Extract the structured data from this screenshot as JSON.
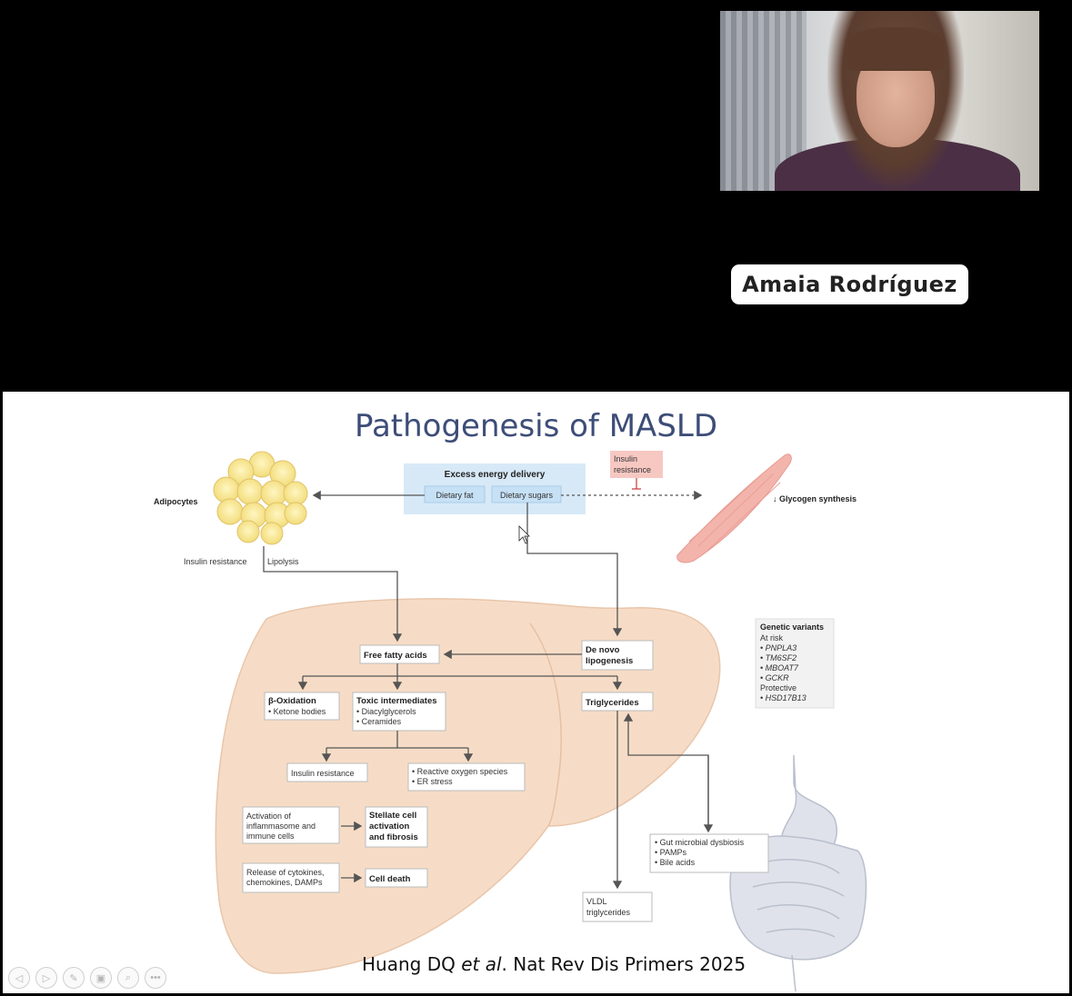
{
  "participant": {
    "name": "Amaia Rodríguez"
  },
  "slide": {
    "title": "Pathogenesis of MASLD",
    "citation": {
      "authors": "Huang DQ ",
      "etal": "et al",
      "rest": ". Nat Rev Dis Primers 2025"
    },
    "diagram": {
      "excess_energy": "Excess energy delivery",
      "dietary_fat": "Dietary fat",
      "dietary_sugars": "Dietary sugars",
      "insulin_resistance_muscle": [
        "Insulin",
        "resistance"
      ],
      "glycogen": "↓ Glycogen synthesis",
      "adipocytes": "Adipocytes",
      "insulin_resistance_adipo": "Insulin resistance",
      "lipolysis": "Lipolysis",
      "free_fatty_acids": "Free fatty acids",
      "de_novo": [
        "De novo",
        "lipogenesis"
      ],
      "triglycerides": "Triglycerides",
      "beta_ox_title": "β-Oxidation",
      "beta_ox_item": "• Ketone bodies",
      "toxic_title": "Toxic intermediates",
      "toxic_items": [
        "• Diacylglycerols",
        "• Ceramides"
      ],
      "insulin_resistance_liver": "Insulin resistance",
      "ros_items": [
        "• Reactive oxygen species",
        "• ER stress"
      ],
      "activation_text": [
        "Activation of",
        "inflammasome and",
        "immune cells"
      ],
      "stellate": [
        "Stellate cell",
        "activation",
        "and fibrosis"
      ],
      "release_text": [
        "Release of cytokines,",
        "chemokines, DAMPs"
      ],
      "cell_death": "Cell death",
      "vldl": [
        "VLDL",
        "triglycerides"
      ],
      "genetic_title": "Genetic variants",
      "at_risk": "At risk",
      "risk_variants": [
        "• PNPLA3",
        "• TM6SF2",
        "• MBOAT7",
        "• GCKR"
      ],
      "protective": "Protective",
      "protective_variants": [
        "• HSD17B13"
      ],
      "gut_items": [
        "• Gut microbial dysbiosis",
        "• PAMPs",
        "• Bile acids"
      ]
    }
  },
  "toolbar": {
    "buttons": [
      {
        "icon": "previous-icon",
        "glyph": "◁"
      },
      {
        "icon": "next-icon",
        "glyph": "▷"
      },
      {
        "icon": "pen-icon",
        "glyph": "✎"
      },
      {
        "icon": "slides-icon",
        "glyph": "▣"
      },
      {
        "icon": "zoom-icon",
        "glyph": "⌕"
      },
      {
        "icon": "more-icon",
        "glyph": "•••"
      }
    ]
  }
}
